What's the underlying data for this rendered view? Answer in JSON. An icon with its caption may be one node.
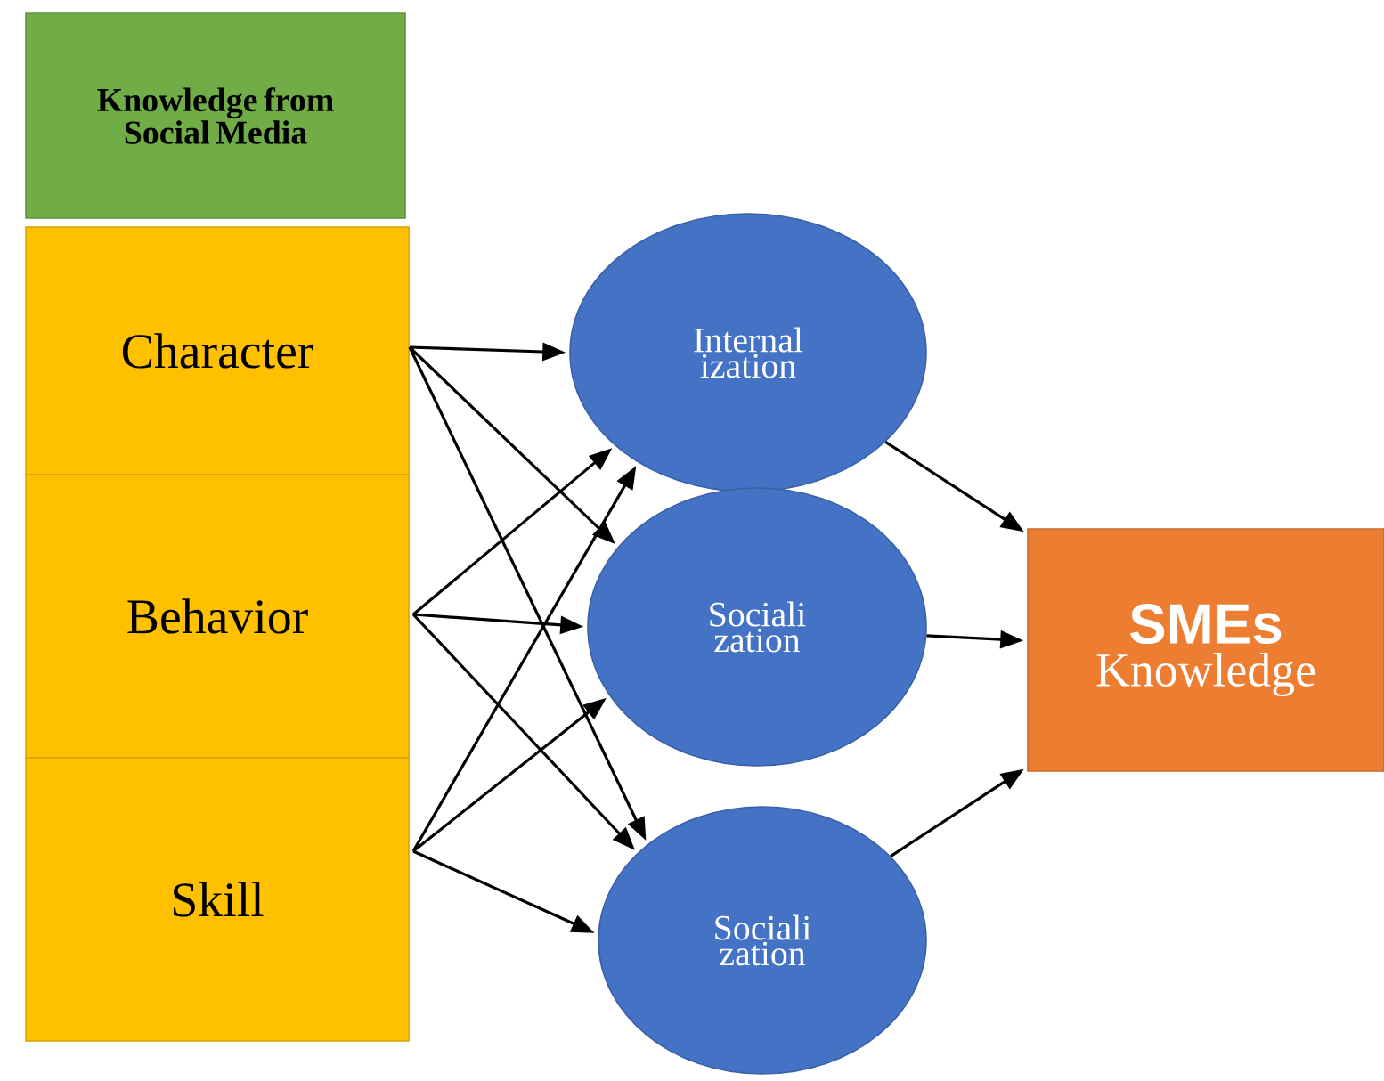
{
  "diagram": {
    "nodes": [
      {
        "text": [
          "Knowledge from Social Media"
        ]
      },
      {
        "text": [
          "Character"
        ]
      },
      {
        "text": [
          "Behavior"
        ]
      },
      {
        "text": [
          "Skill"
        ]
      },
      {
        "text": [
          "Internal ization"
        ]
      },
      {
        "text": [
          "Sociali zation"
        ]
      },
      {
        "text": [
          "Sociali zation"
        ]
      },
      {
        "text": [
          "SMEs",
          "Knowledge"
        ]
      }
    ],
    "edges": [
      {
        "from": 1,
        "to": 4,
        "arrow": "to"
      },
      {
        "from": 1,
        "to": 5,
        "arrow": "to"
      },
      {
        "from": 1,
        "to": 6,
        "arrow": "to"
      },
      {
        "from": 2,
        "to": 4,
        "arrow": "to"
      },
      {
        "from": 2,
        "to": 5,
        "arrow": "to"
      },
      {
        "from": 2,
        "to": 6,
        "arrow": "to"
      },
      {
        "from": 3,
        "to": 4,
        "arrow": "to"
      },
      {
        "from": 3,
        "to": 5,
        "arrow": "to"
      },
      {
        "from": 3,
        "to": 6,
        "arrow": "to"
      },
      {
        "from": 4,
        "to": 7,
        "arrow": "to"
      },
      {
        "from": 5,
        "to": 7,
        "arrow": "to"
      },
      {
        "from": 6,
        "to": 7,
        "arrow": "to"
      }
    ]
  }
}
